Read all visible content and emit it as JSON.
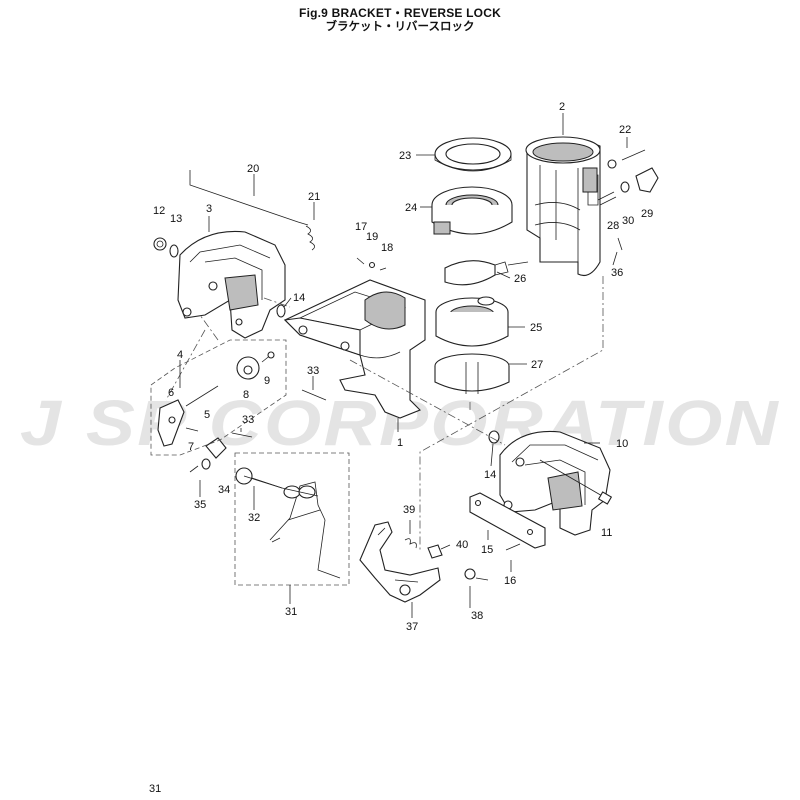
{
  "header": {
    "title_en": "Fig.9  BRACKET・REVERSE LOCK",
    "title_jp": "ブラケット・リバースロック"
  },
  "watermark": "J SP CORPORATION",
  "callouts": [
    {
      "id": "c1",
      "text": "1"
    },
    {
      "id": "c2",
      "text": "2"
    },
    {
      "id": "c3",
      "text": "3"
    },
    {
      "id": "c4",
      "text": "4"
    },
    {
      "id": "c5",
      "text": "5"
    },
    {
      "id": "c6",
      "text": "6"
    },
    {
      "id": "c7",
      "text": "7"
    },
    {
      "id": "c8",
      "text": "8"
    },
    {
      "id": "c9",
      "text": "9"
    },
    {
      "id": "c10",
      "text": "10"
    },
    {
      "id": "c11",
      "text": "11"
    },
    {
      "id": "c12",
      "text": "12"
    },
    {
      "id": "c13",
      "text": "13"
    },
    {
      "id": "c14a",
      "text": "14"
    },
    {
      "id": "c14b",
      "text": "14"
    },
    {
      "id": "c15",
      "text": "15"
    },
    {
      "id": "c16",
      "text": "16"
    },
    {
      "id": "c17",
      "text": "17"
    },
    {
      "id": "c18",
      "text": "18"
    },
    {
      "id": "c19",
      "text": "19"
    },
    {
      "id": "c20",
      "text": "20"
    },
    {
      "id": "c21",
      "text": "21"
    },
    {
      "id": "c22",
      "text": "22"
    },
    {
      "id": "c23",
      "text": "23"
    },
    {
      "id": "c24",
      "text": "24"
    },
    {
      "id": "c25",
      "text": "25"
    },
    {
      "id": "c26",
      "text": "26"
    },
    {
      "id": "c27",
      "text": "27"
    },
    {
      "id": "c28",
      "text": "28"
    },
    {
      "id": "c29",
      "text": "29"
    },
    {
      "id": "c30",
      "text": "30"
    },
    {
      "id": "c31",
      "text": "31"
    },
    {
      "id": "c32",
      "text": "32"
    },
    {
      "id": "c33a",
      "text": "33"
    },
    {
      "id": "c33b",
      "text": "33"
    },
    {
      "id": "c34",
      "text": "34"
    },
    {
      "id": "c35",
      "text": "35"
    },
    {
      "id": "c36",
      "text": "36"
    },
    {
      "id": "c37",
      "text": "37"
    },
    {
      "id": "c38",
      "text": "38"
    },
    {
      "id": "c39",
      "text": "39"
    },
    {
      "id": "c40",
      "text": "40"
    }
  ],
  "footer": {
    "page_number": "31"
  }
}
